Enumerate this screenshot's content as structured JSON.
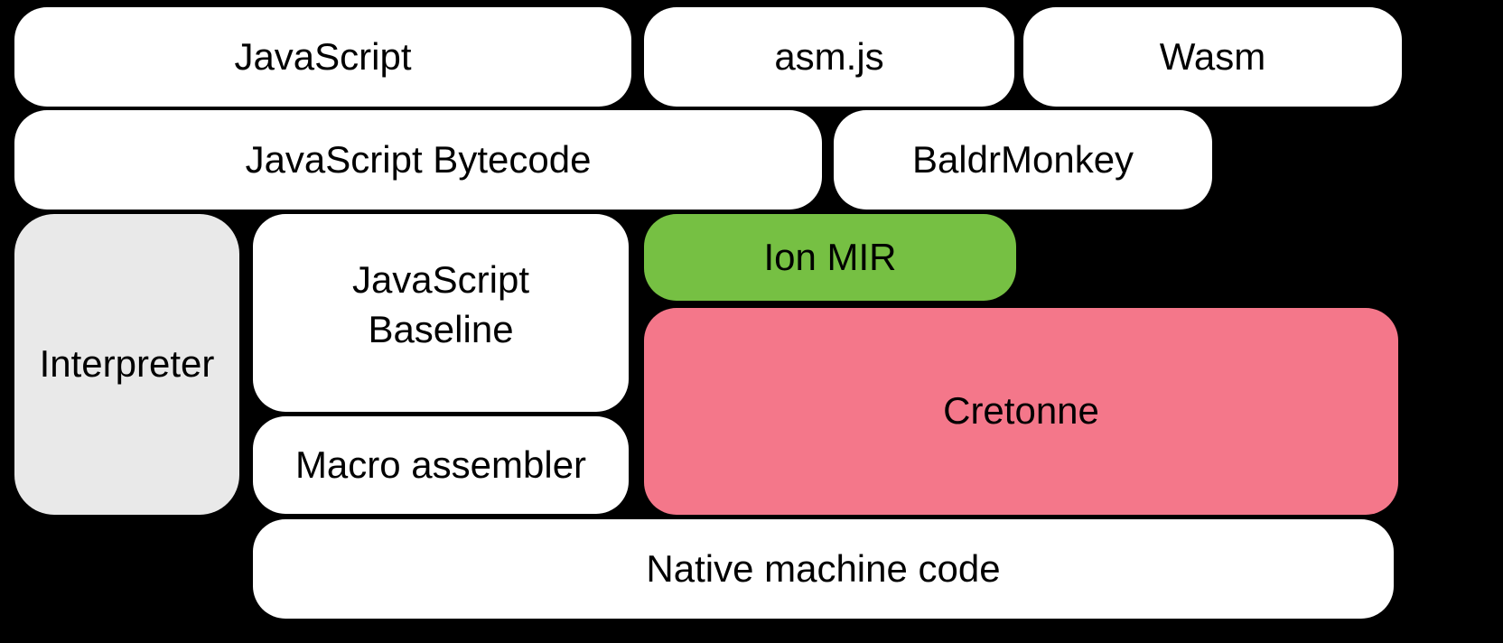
{
  "diagram": {
    "background_color": "#000000",
    "box_colors": {
      "default": "#ffffff",
      "interpreter_gray": "#e9e9e9",
      "ion_mir_green": "#76c043",
      "cretonne_pink": "#f4778a"
    },
    "text_color": "#000000",
    "boxes": {
      "javascript": {
        "label": "JavaScript"
      },
      "asmjs": {
        "label": "asm.js"
      },
      "wasm": {
        "label": "Wasm"
      },
      "bytecode": {
        "label": "JavaScript Bytecode"
      },
      "baldrmonkey": {
        "label": "BaldrMonkey"
      },
      "interpreter": {
        "label": "Interpreter"
      },
      "baseline": {
        "lines": [
          "JavaScript",
          "Baseline"
        ]
      },
      "ionmir": {
        "label": "Ion MIR"
      },
      "cretonne": {
        "label": "Cretonne"
      },
      "macroassembler": {
        "label": "Macro assembler"
      },
      "native": {
        "label": "Native machine code"
      }
    }
  }
}
